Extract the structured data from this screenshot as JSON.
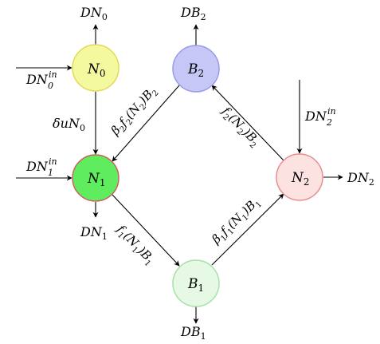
{
  "nodes": {
    "n0": {
      "main": "N",
      "sub": "0",
      "fill": "#f4f9a0",
      "stroke": "#e2d957"
    },
    "b2": {
      "main": "B",
      "sub": "2",
      "fill": "#c7c7f7",
      "stroke": "#9a9ae8"
    },
    "n1": {
      "main": "N",
      "sub": "1",
      "fill": "#5fec5f",
      "stroke": "#cf6060"
    },
    "n2": {
      "main": "N",
      "sub": "2",
      "fill": "#fde2e2",
      "stroke": "#e48f8f"
    },
    "b1": {
      "main": "B",
      "sub": "1",
      "fill": "#e5f9e5",
      "stroke": "#a8e0a8"
    }
  },
  "labels": {
    "dn0_out": {
      "main": "DN",
      "sub": "0"
    },
    "db2_out": {
      "main": "DB",
      "sub": "2"
    },
    "dn0_in": {
      "main": "DN",
      "sub": "0",
      "sup": "in"
    },
    "dn1_in": {
      "main": "DN",
      "sub": "1",
      "sup": "in"
    },
    "dn2_in": {
      "main": "DN",
      "sub": "2",
      "sup": "in"
    },
    "dn1_out": {
      "main": "DN",
      "sub": "1"
    },
    "dn2_out": {
      "main": "DN",
      "sub": "2"
    },
    "db1_out": {
      "main": "DB",
      "sub": "1"
    },
    "n0_n1": {
      "pre": "δuN",
      "sub": "0"
    },
    "b2_n1": {
      "p1": "β",
      "s1": "2",
      "p2": "f",
      "s2": "2",
      "p3": "(N",
      "s3": "2",
      "p4": ")B",
      "s4": "2"
    },
    "n2_b2": {
      "p1": "f",
      "s1": "2",
      "p2": "(N",
      "s2": "2",
      "p3": ")B",
      "s3": "2"
    },
    "n1_b1": {
      "p1": "f",
      "s1": "1",
      "p2": "(N",
      "s2": "1",
      "p3": ")B",
      "s3": "1"
    },
    "b1_n2": {
      "p1": "β",
      "s1": "1",
      "p2": "f",
      "s2": "1",
      "p3": "(N",
      "s3": "1",
      "p4": ")B",
      "s4": "1"
    }
  }
}
